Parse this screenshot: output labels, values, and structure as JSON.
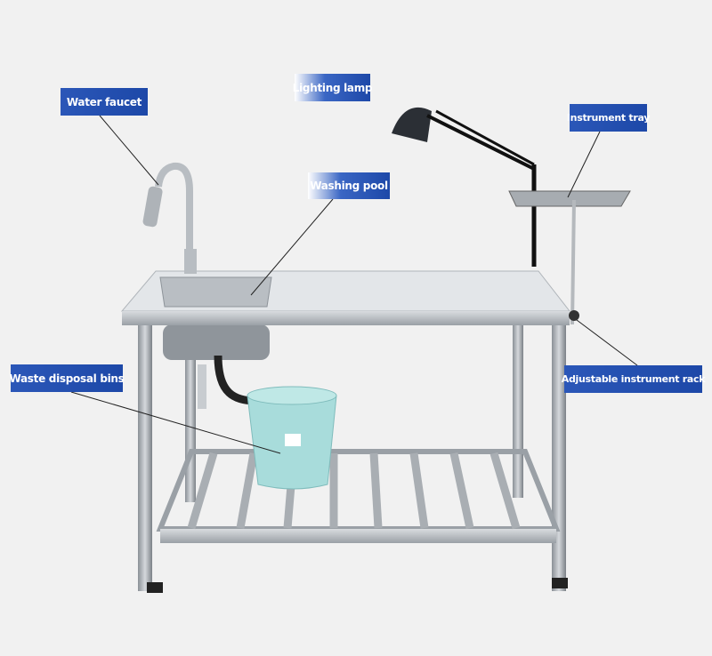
{
  "labels": {
    "water_faucet": "Water faucet",
    "lighting_lamp": "Lighting lamp",
    "washing_pool": "Washing pool",
    "instrument_tray": "Instrument tray",
    "adjustable_instrument_rack": "Adjustable instrument rack",
    "waste_disposal_bins": "Waste disposal bins"
  },
  "colors": {
    "label_bg": "#1d48a8",
    "label_text": "#ffffff",
    "background": "#f1f1f1"
  }
}
